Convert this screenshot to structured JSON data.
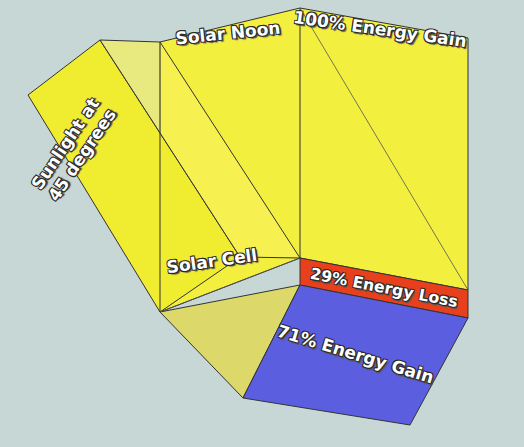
{
  "diagram": {
    "nodes": [
      {
        "text": [
          "29% Energy Loss"
        ]
      },
      {
        "text": [
          "71% Energy Gain"
        ]
      }
    ],
    "labels": [
      "Sunlight at 45 degrees",
      "Solar Noon",
      "100% Energy Gain",
      "Solar Cell"
    ]
  }
}
